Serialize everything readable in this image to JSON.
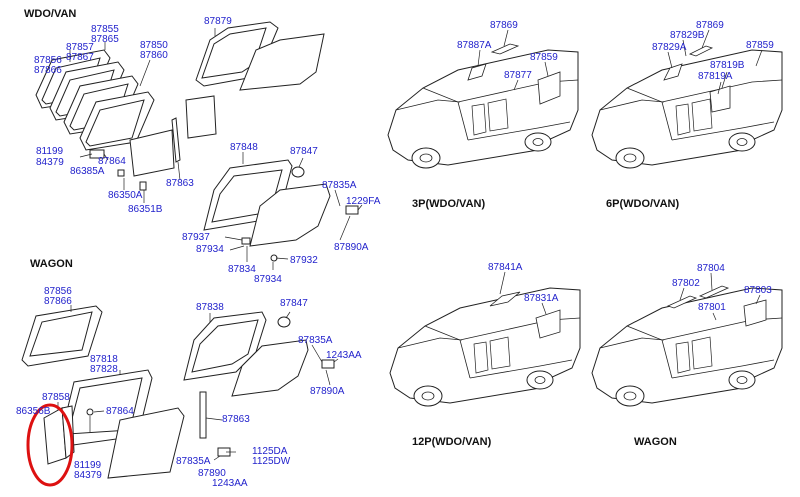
{
  "sections": {
    "wdo_van": "WDO/VAN",
    "wagon": "WAGON"
  },
  "captions": {
    "van_3p": "3P(WDO/VAN)",
    "van_6p": "6P(WDO/VAN)",
    "van_12p": "12P(WDO/VAN)",
    "wagon": "WAGON"
  },
  "parts_wdo_van": {
    "p87855": "87855",
    "p87865": "87865",
    "p87857": "87857",
    "p87867": "87867",
    "p87856": "87856",
    "p87866": "87866",
    "p87850": "87850",
    "p87860": "87860",
    "p87879": "87879",
    "p81199": "81199",
    "p84379": "84379",
    "p87864": "87864",
    "p86385A": "86385A",
    "p86350A": "86350A",
    "p86351B": "86351B",
    "p87863": "87863",
    "p87848": "87848",
    "p87847": "87847",
    "p87835A": "87835A",
    "p1229FA": "1229FA",
    "p87937": "87937",
    "p87934a": "87934",
    "p87834": "87834",
    "p87934b": "87934",
    "p87932": "87932",
    "p87890A": "87890A"
  },
  "parts_wagon": {
    "p87856": "87856",
    "p87866": "87866",
    "p87818": "87818",
    "p87828": "87828",
    "p87858": "87858",
    "p86356B": "86356B",
    "p87864": "87864",
    "p81199": "81199",
    "p84379": "84379",
    "p87838": "87838",
    "p87847": "87847",
    "p87835A": "87835A",
    "p1243AA": "1243AA",
    "p87890A": "87890A",
    "p87863": "87863",
    "p87835A_b": "87835A",
    "p87890": "87890",
    "p1125DA": "1125DA",
    "p1125DW": "1125DW",
    "p1243AA_b": "1243AA"
  },
  "parts_vans": {
    "v3_87869": "87869",
    "v3_87887A": "87887A",
    "v3_87859": "87859",
    "v3_87877": "87877",
    "v6_87869": "87869",
    "v6_87829B": "87829B",
    "v6_87829A": "87829A",
    "v6_87859": "87859",
    "v6_87819B": "87819B",
    "v6_87819A": "87819A",
    "v12_87841A": "87841A",
    "v12_87831A": "87831A",
    "w_87804": "87804",
    "w_87802": "87802",
    "w_87803": "87803",
    "w_87801": "87801"
  },
  "colors": {
    "label": "#2222cc",
    "line": "#222222",
    "highlight": "#dd1111"
  }
}
